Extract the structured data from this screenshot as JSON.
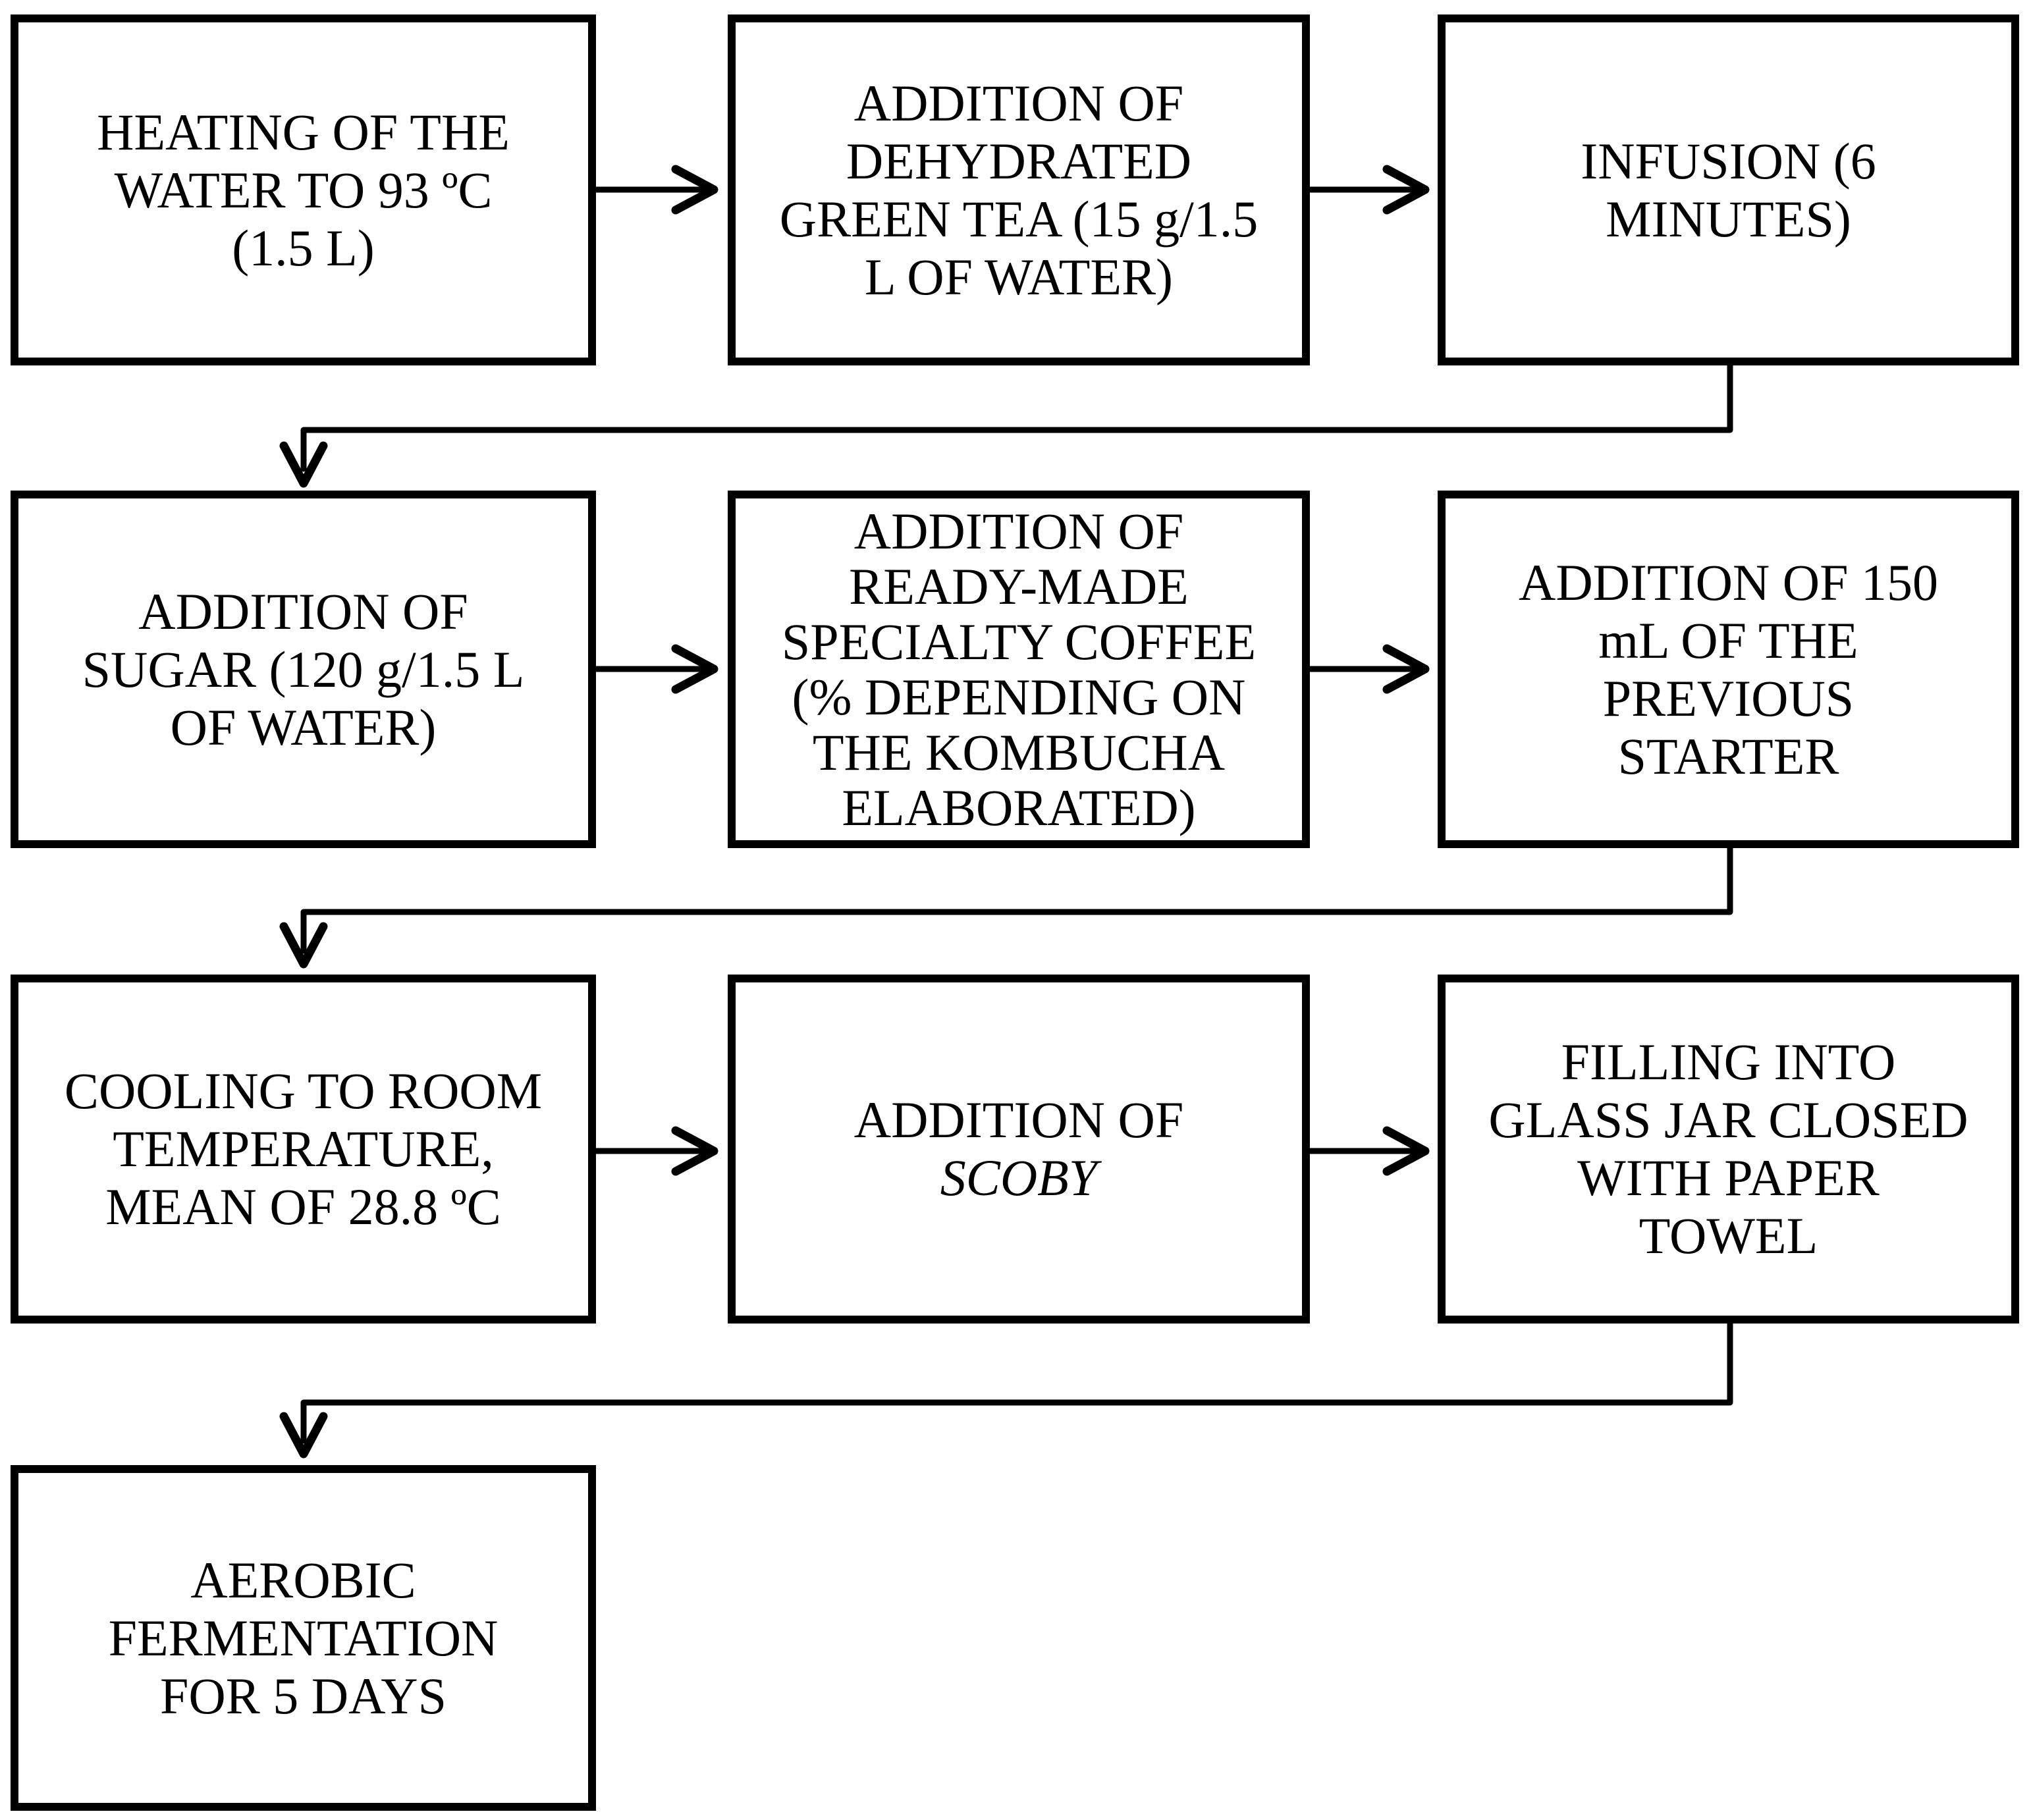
{
  "diagram": {
    "background_color": "#ffffff",
    "line_color": "#000000",
    "boxes": [
      {
        "id": "heating-water",
        "lines": [
          "HEATING OF THE",
          "WATER TO 93 ºC",
          "(1.5 L)"
        ]
      },
      {
        "id": "addition-green-tea",
        "lines": [
          "ADDITION OF",
          "DEHYDRATED",
          "GREEN TEA (15 g/1.5",
          "L OF WATER)"
        ]
      },
      {
        "id": "infusion",
        "lines": [
          "INFUSION (6",
          "MINUTES)"
        ]
      },
      {
        "id": "addition-sugar",
        "lines": [
          "ADDITION OF",
          "SUGAR (120 g/1.5 L",
          "OF WATER)"
        ]
      },
      {
        "id": "addition-coffee",
        "lines": [
          "ADDITION OF",
          "READY-MADE",
          "SPECIALTY COFFEE",
          "(% DEPENDING ON",
          "THE KOMBUCHA",
          "ELABORATED)"
        ]
      },
      {
        "id": "addition-starter",
        "lines": [
          "ADDITION OF 150",
          "mL OF THE",
          "PREVIOUS",
          "STARTER"
        ]
      },
      {
        "id": "cooling",
        "lines": [
          "COOLING TO ROOM",
          "TEMPERATURE,",
          "MEAN OF 28.8 ºC"
        ]
      },
      {
        "id": "addition-scoby",
        "lines": [
          "ADDITION OF",
          "SCOBY"
        ]
      },
      {
        "id": "filling-jar",
        "lines": [
          "FILLING INTO",
          "GLASS JAR CLOSED",
          "WITH PAPER",
          "TOWEL"
        ]
      },
      {
        "id": "aerobic-fermentation",
        "lines": [
          "AEROBIC",
          "FERMENTATION",
          "FOR 5 DAYS"
        ]
      }
    ],
    "connections": [
      {
        "from": "heating-water",
        "to": "addition-green-tea"
      },
      {
        "from": "addition-green-tea",
        "to": "infusion"
      },
      {
        "from": "infusion",
        "to": "addition-sugar"
      },
      {
        "from": "addition-sugar",
        "to": "addition-coffee"
      },
      {
        "from": "addition-coffee",
        "to": "addition-starter"
      },
      {
        "from": "addition-starter",
        "to": "cooling"
      },
      {
        "from": "cooling",
        "to": "addition-scoby"
      },
      {
        "from": "addition-scoby",
        "to": "filling-jar"
      },
      {
        "from": "filling-jar",
        "to": "aerobic-fermentation"
      }
    ]
  }
}
